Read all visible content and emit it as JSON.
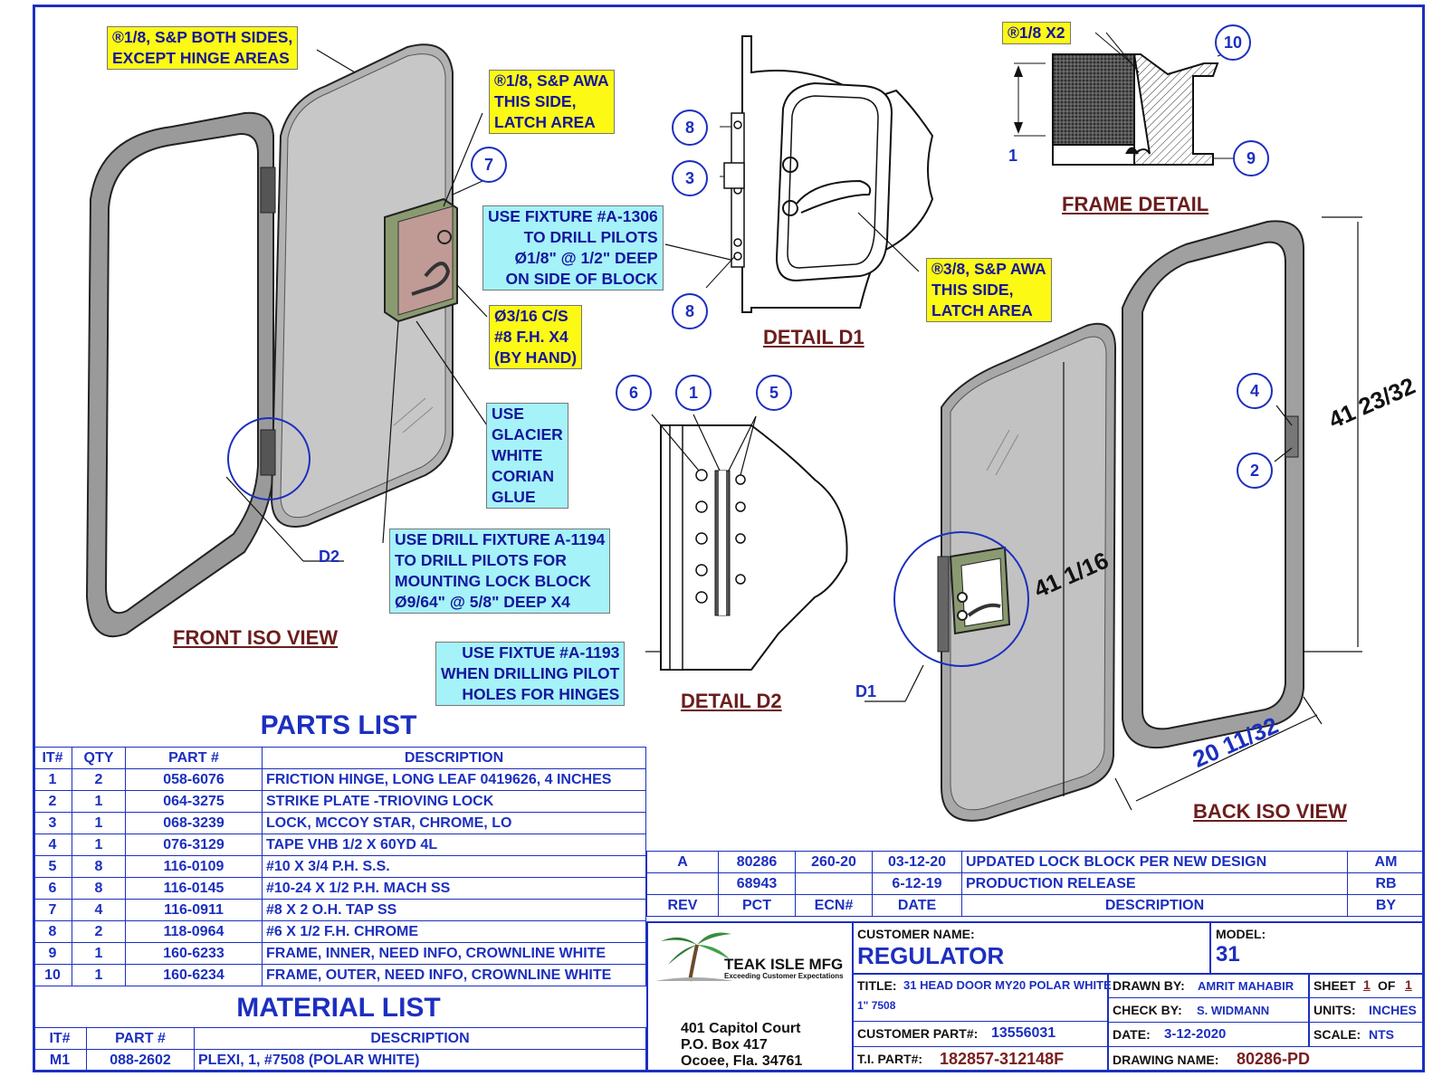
{
  "notes": {
    "note_both_sides": [
      "®1/8, S&P BOTH SIDES,",
      "EXCEPT HINGE AREAS"
    ],
    "note_awa_latch": [
      "®1/8, S&P AWA",
      "THIS SIDE,",
      "LATCH AREA"
    ],
    "note_fixture_1306": [
      "USE FIXTURE #A-1306",
      "TO DRILL PILOTS",
      "Ø1/8\" @ 1/2\" DEEP",
      "ON SIDE OF BLOCK"
    ],
    "note_cs": [
      "Ø3/16 C/S",
      "#8 F.H. X4",
      "(BY HAND)"
    ],
    "note_glue": [
      "USE",
      "GLACIER",
      "WHITE",
      "CORIAN",
      "GLUE"
    ],
    "note_fixture_1194": [
      "USE DRILL FIXTURE A-1194",
      "TO DRILL PILOTS FOR",
      "MOUNTING LOCK BLOCK",
      "Ø9/64\" @ 5/8\" DEEP X4"
    ],
    "note_fixture_1193": [
      "USE FIXTUE #A-1193",
      "WHEN DRILLING PILOT",
      "HOLES FOR HINGES"
    ],
    "note_awa_38": [
      "®3/8, S&P AWA",
      "THIS SIDE,",
      "LATCH AREA"
    ],
    "note_x2": "®1/8 X2"
  },
  "views": {
    "front_iso": "FRONT ISO VIEW",
    "detail_d1": "DETAIL  D1",
    "detail_d2": "DETAIL  D2",
    "frame_detail": "FRAME DETAIL",
    "back_iso": "BACK ISO VIEW"
  },
  "callouts": {
    "d2": "D2",
    "d1": "D1",
    "one": "1"
  },
  "balloons": {
    "b7": "7",
    "b8a": "8",
    "b3": "3",
    "b8b": "8",
    "b6": "6",
    "b1": "1",
    "b5": "5",
    "b10": "10",
    "b9": "9",
    "b4": "4",
    "b2": "2"
  },
  "dimensions": {
    "height_outer": "41 23/32",
    "height_door": "41 1/16",
    "width": "20 11/32"
  },
  "parts_list": {
    "title": "PARTS LIST",
    "headers": [
      "IT#",
      "QTY",
      "PART #",
      "DESCRIPTION"
    ],
    "rows": [
      [
        "1",
        "2",
        "058-6076",
        "FRICTION HINGE, LONG LEAF 0419626, 4 INCHES"
      ],
      [
        "2",
        "1",
        "064-3275",
        "STRIKE PLATE -TRIOVING LOCK"
      ],
      [
        "3",
        "1",
        "068-3239",
        "LOCK, MCCOY STAR, CHROME, LO"
      ],
      [
        "4",
        "1",
        "076-3129",
        "TAPE VHB 1/2 X 60YD 4L"
      ],
      [
        "5",
        "8",
        "116-0109",
        "#10 X 3/4 P.H. S.S."
      ],
      [
        "6",
        "8",
        "116-0145",
        "#10-24 X 1/2 P.H. MACH SS"
      ],
      [
        "7",
        "4",
        "116-0911",
        "#8 X 2 O.H. TAP SS"
      ],
      [
        "8",
        "2",
        "118-0964",
        "#6 X 1/2 F.H. CHROME"
      ],
      [
        "9",
        "1",
        "160-6233",
        "FRAME, INNER, NEED INFO, CROWNLINE WHITE"
      ],
      [
        "10",
        "1",
        "160-6234",
        "FRAME, OUTER, NEED INFO, CROWNLINE WHITE"
      ]
    ]
  },
  "material_list": {
    "title": "MATERIAL LIST",
    "headers": [
      "IT#",
      "PART #",
      "DESCRIPTION"
    ],
    "rows": [
      [
        "M1",
        "088-2602",
        "PLEXI, 1, #7508 (POLAR WHITE)"
      ]
    ]
  },
  "revisions": {
    "headers": [
      "REV",
      "PCT",
      "ECN#",
      "DATE",
      "DESCRIPTION",
      "BY"
    ],
    "rows": [
      [
        "A",
        "80286",
        "260-20",
        "03-12-20",
        "UPDATED LOCK BLOCK PER NEW DESIGN",
        "AM"
      ],
      [
        "",
        "68943",
        "",
        "6-12-19",
        "PRODUCTION RELEASE",
        "RB"
      ]
    ]
  },
  "title_block": {
    "company": "TEAK ISLE MFG",
    "tagline": "Exceeding Customer Expectations",
    "address": [
      "401 Capitol Court",
      "P.O. Box 417",
      "Ocoee, Fla. 34761"
    ],
    "customer_name_label": "CUSTOMER NAME:",
    "customer_name": "REGULATOR",
    "model_label": "MODEL:",
    "model": "31",
    "title_label": "TITLE:",
    "title": "31 HEAD DOOR MY20 POLAR WHITE",
    "title_line2": "1\" 7508",
    "customer_part_label": "CUSTOMER PART#:",
    "customer_part": "13556031",
    "ti_part_label": "T.I. PART#:",
    "ti_part": "182857-312148F",
    "drawn_by_label": "DRAWN BY:",
    "drawn_by": "AMRIT MAHABIR",
    "check_by_label": "CHECK BY:",
    "check_by": "S. WIDMANN",
    "date_label": "DATE:",
    "date": "3-12-2020",
    "drawing_name_label": "DRAWING NAME:",
    "drawing_name": "80286-PD",
    "sheet_label": "SHEET",
    "sheet": "1",
    "of_label": "OF",
    "of": "1",
    "units_label": "UNITS:",
    "units": "INCHES",
    "scale_label": "SCALE:",
    "scale": "NTS"
  }
}
